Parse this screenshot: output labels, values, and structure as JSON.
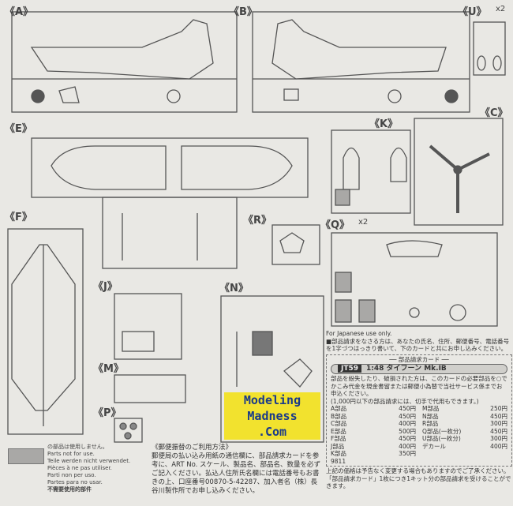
{
  "sprues": {
    "A": "《A》",
    "B": "《B》",
    "U": "《U》",
    "U_qty": "x2",
    "C": "《C》",
    "E": "《E》",
    "K": "《K》",
    "F": "《F》",
    "R": "《R》",
    "Q": "《Q》",
    "Q_qty": "x2",
    "J": "《J》",
    "N": "《N》",
    "M": "《M》",
    "P": "《P》"
  },
  "legend": {
    "lines": [
      "の部品は使用しません。",
      "Parts not for use.",
      "Teile werden nicht verwendet.",
      "Pièces à ne pas utiliser.",
      "Parti non per uso.",
      "Partes para no usar.",
      "不需要使用的部件"
    ],
    "gray_color": "#a9a8a6"
  },
  "postal": {
    "title": "《郵便振替のご利用方法》",
    "body": "郵便局の払い込み用紙の通信欄に、部品請求カードを参考に、ART No. スケール、製品名、部品名、数量を必ずご記入ください。払込人住所氏名欄には電話番号もお書きの上、口座番号00870-5-42287、加入者名（株）長谷川製作所でお申し込みください。"
  },
  "order": {
    "japanese_only": "For Japanese use only.",
    "instruction": "■部品請求をなさる方は、あなたの氏名、住所、郵便番号、電話番号を1字づつはっきり書いて、下のカードと共にお申し込みください。",
    "card_title": "── 部品請求カード ──",
    "code": "JT59",
    "product": "1:48 タイフーン Mk.IB",
    "desc": "部品を紛失したり、破損された方は、このカードの必要部品を○でかこみ代金を現金書留または郵便小為替で当社サービス係までお申込ください。",
    "stamp_note": "(1,000円以下の部品請求には、切手で代用もできます。)",
    "prices": [
      {
        "part": "A部品",
        "price": "450円"
      },
      {
        "part": "M部品",
        "price": "250円"
      },
      {
        "part": "B部品",
        "price": "450円"
      },
      {
        "part": "N部品",
        "price": "450円"
      },
      {
        "part": "C部品",
        "price": "400円"
      },
      {
        "part": "R部品",
        "price": "300円"
      },
      {
        "part": "E部品",
        "price": "500円"
      },
      {
        "part": "Q部品(一枚分)",
        "price": "450円"
      },
      {
        "part": "F部品",
        "price": "450円"
      },
      {
        "part": "U部品(一枚分)",
        "price": "300円"
      },
      {
        "part": "J部品",
        "price": "400円"
      },
      {
        "part": "デカール",
        "price": "400円"
      },
      {
        "part": "K部品",
        "price": "350円"
      },
      {
        "part": "",
        "price": ""
      }
    ],
    "serial": "9811",
    "footer": "上記の価格は予告なく変更する場合もありますのでご了承ください。「部品請求カード」1枚につき1キット分の部品請求を受けることができます。"
  },
  "watermark": {
    "line1": "Modeling",
    "line2": "Madness",
    "line3": ".Com"
  }
}
